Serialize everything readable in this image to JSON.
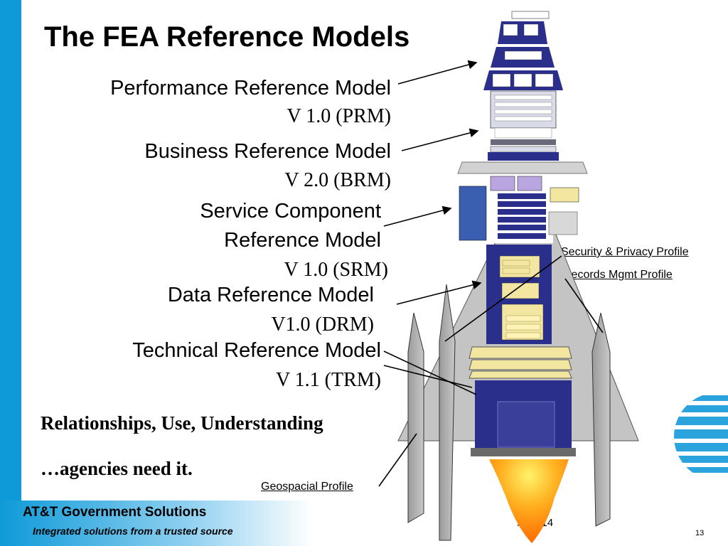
{
  "title": "The FEA Reference Models",
  "models": [
    {
      "name": "Performance Reference Model",
      "version": "V 1.0 (PRM)"
    },
    {
      "name": "Business Reference Model",
      "version": "V 2.0 (BRM)"
    },
    {
      "name_line1": "Service Component",
      "name_line2": "Reference Model",
      "version": "V 1.0 (SRM)"
    },
    {
      "name": "Data Reference Model",
      "version": "V1.0 (DRM)"
    },
    {
      "name": "Technical Reference Model",
      "version": "V 1.1 (TRM)"
    }
  ],
  "tagline1": "Relationships, Use, Understanding",
  "tagline2": "…agencies need it.",
  "profiles": {
    "security": "Security & Privacy Profile",
    "records": "Records Mgmt Profile",
    "geospatial": "Geospacial Profile"
  },
  "footer": {
    "company": "AT&T Government Solutions",
    "slogan": "Integrated solutions from a trusted source",
    "date": "/9/2014",
    "page": "13"
  },
  "colors": {
    "accent": "#0e9ad8",
    "rocket_blue": "#2b2f8c",
    "tan": "#f2e6a0",
    "purple": "#b9a6e0"
  }
}
